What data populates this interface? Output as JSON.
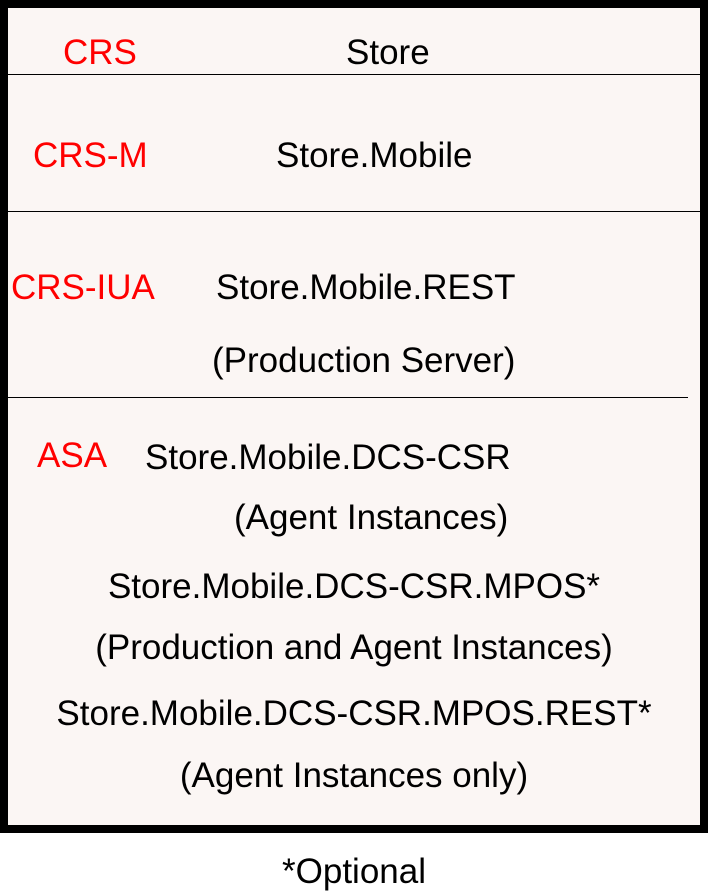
{
  "rows": [
    {
      "code": "CRS",
      "lines": [
        "Store"
      ]
    },
    {
      "code": "CRS-M",
      "lines": [
        "Store.Mobile"
      ]
    },
    {
      "code": "CRS-IUA",
      "lines": [
        "Store.Mobile.REST",
        "(Production Server)"
      ]
    },
    {
      "code": "ASA",
      "lines": [
        "Store.Mobile.DCS-CSR",
        "(Agent Instances)",
        "Store.Mobile.DCS-CSR.MPOS*",
        "(Production and Agent Instances)",
        "Store.Mobile.DCS-CSR.MPOS.REST*",
        "(Agent Instances only)"
      ]
    }
  ],
  "footnote": "*Optional",
  "colors": {
    "code_text": "#ff0000",
    "body_text": "#000000",
    "panel_background": "#fbf6f4",
    "border": "#000000"
  }
}
